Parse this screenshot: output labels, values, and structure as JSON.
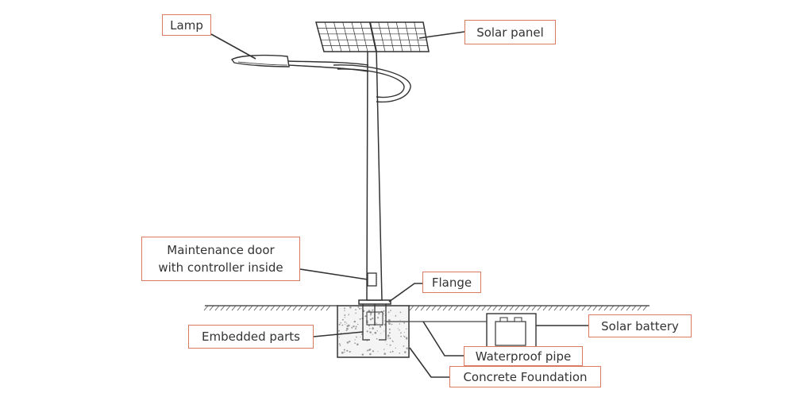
{
  "labels": {
    "lamp": "Lamp",
    "solar_panel": "Solar panel",
    "maintenance_door_line1": "Maintenance door",
    "maintenance_door_line2": "with controller inside",
    "flange": "Flange",
    "embedded_parts": "Embedded parts",
    "solar_battery": "Solar battery",
    "waterproof_pipe": "Waterproof pipe",
    "concrete_foundation": "Concrete Foundation"
  },
  "colors": {
    "label_border": "#d97a63",
    "line_art": "#333333",
    "label_text": "#333333"
  }
}
